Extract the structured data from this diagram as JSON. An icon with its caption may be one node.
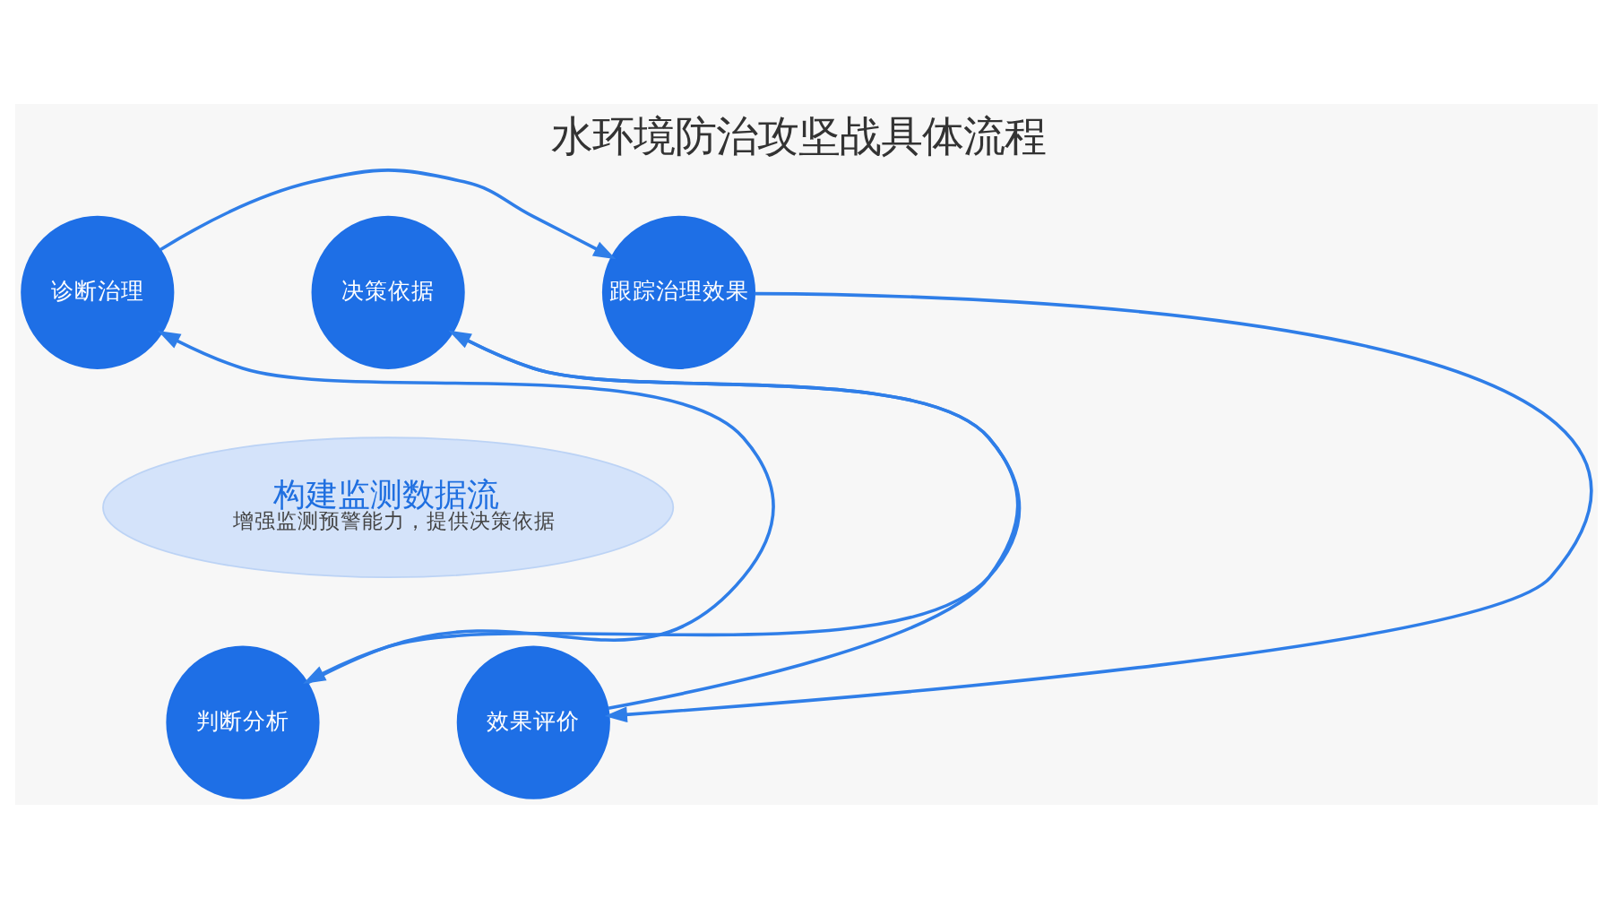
{
  "diagram": {
    "title": "水环境防治攻坚战具体流程",
    "nodes": [
      {
        "text": [
          "诊断治理"
        ]
      },
      {
        "text": [
          "跟踪治理效果"
        ]
      },
      {
        "text": [
          "构建监测数据流",
          "增强监测预警能力，提供决策依据"
        ]
      },
      {
        "text": [
          "判断分析"
        ]
      },
      {
        "text": [
          "效果评价"
        ]
      },
      {
        "text": [
          "决策依据"
        ]
      }
    ],
    "edges": [
      {
        "from": 0,
        "to": 1,
        "arrow": "to"
      },
      {
        "from": 1,
        "to": 4,
        "arrow": "to"
      },
      {
        "from": 4,
        "to": 5,
        "arrow": "to"
      },
      {
        "from": 5,
        "to": 3,
        "arrow": "to"
      },
      {
        "from": 3,
        "to": 0,
        "arrow": "to"
      }
    ]
  }
}
